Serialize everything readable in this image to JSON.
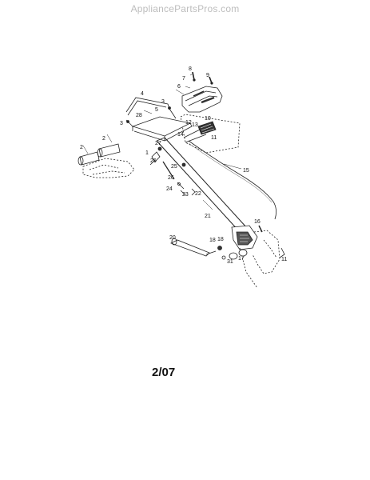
{
  "watermark": "AppliancePartsPros.com",
  "revision": "2/07",
  "callouts": {
    "c1": "1",
    "c2a": "2",
    "c2b": "2",
    "c3a": "3",
    "c3b": "3",
    "c4": "4",
    "c5": "5",
    "c6": "6",
    "c7": "7",
    "c8": "8",
    "c9": "9",
    "c10": "10",
    "c11a": "11",
    "c11b": "11",
    "c12": "12",
    "c13": "13",
    "c14": "14",
    "c15": "15",
    "c16": "16",
    "c17": "17",
    "c18a": "18",
    "c18b": "18",
    "c20": "20",
    "c21": "21",
    "c22": "22",
    "c23": "23",
    "c24": "24",
    "c25": "25",
    "c26a": "26",
    "c26b": "26",
    "c27": "27",
    "c28": "28",
    "c31": "31"
  }
}
